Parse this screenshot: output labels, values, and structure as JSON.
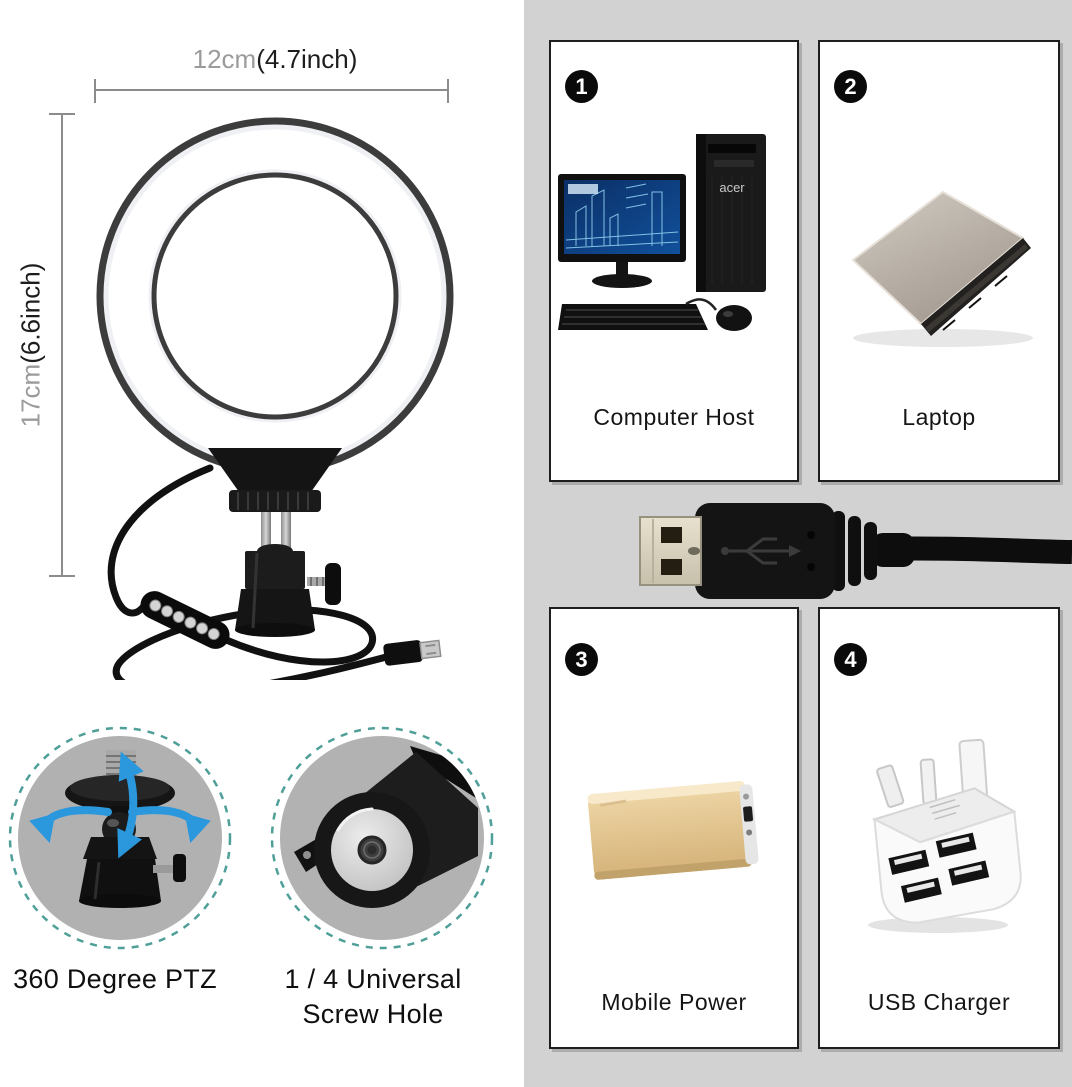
{
  "dimension_annotations": {
    "width": {
      "metric": "12cm",
      "imperial": "(4.7inch)"
    },
    "height": {
      "metric": "17cm",
      "imperial": "(6.6inch)"
    }
  },
  "features": {
    "ptz": {
      "label": "360 Degree PTZ"
    },
    "screw_hole": {
      "line1": "1 / 4 Universal",
      "line2": "Screw Hole"
    }
  },
  "compatibility_panel": {
    "items": [
      {
        "number": "1",
        "label": "Computer Host",
        "image": "desktop-computer-photo",
        "brand_text": "acer"
      },
      {
        "number": "2",
        "label": "Laptop",
        "image": "laptop-photo"
      },
      {
        "number": "3",
        "label": "Mobile Power",
        "image": "power-bank-photo"
      },
      {
        "number": "4",
        "label": "USB Charger",
        "image": "uk-usb-wall-charger-photo"
      }
    ],
    "connector_image": "usb-a-plug-with-cable"
  },
  "colors": {
    "panel_background": "#d2d2d2",
    "accent_arrow_blue": "#2b97dd",
    "dashed_circle_teal": "#4f9f99",
    "power_bank_gold": "#ddbd85",
    "screen_blue": "#0c3f7e"
  }
}
